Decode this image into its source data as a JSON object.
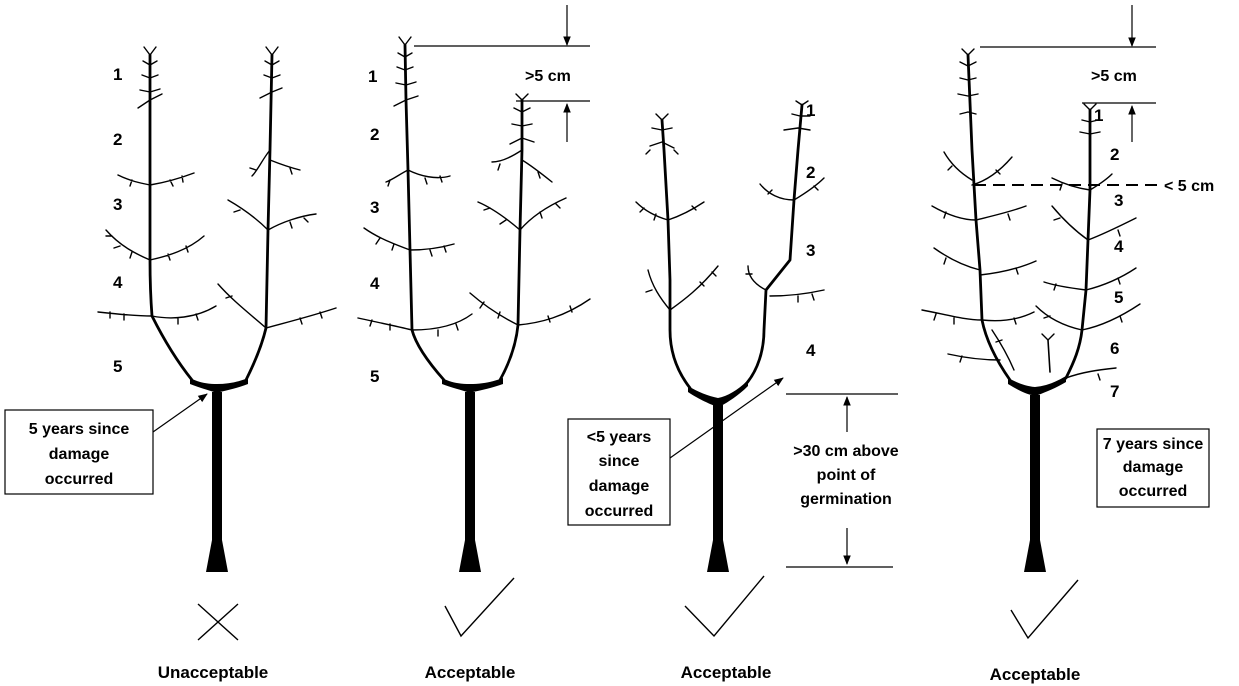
{
  "diagram": {
    "panels": [
      {
        "id": "unacceptable",
        "growth_numbers": [
          "1",
          "2",
          "3",
          "4",
          "5"
        ],
        "callout_lines": [
          "5 years since",
          "damage",
          "occurred"
        ],
        "verdict_mark": "cross-icon",
        "caption": "Unacceptable"
      },
      {
        "id": "acceptable-a",
        "growth_numbers": [
          "1",
          "2",
          "3",
          "4",
          "5"
        ],
        "height_difference_label": ">5 cm",
        "verdict_mark": "check-icon",
        "caption": "Acceptable"
      },
      {
        "id": "acceptable-b",
        "growth_numbers": [
          "1",
          "2",
          "3",
          "4"
        ],
        "callout_lines": [
          "<5 years",
          "since",
          "damage",
          "occurred"
        ],
        "height_label_lines": [
          ">30 cm above",
          "point of",
          "germination"
        ],
        "verdict_mark": "check-icon",
        "caption": "Acceptable"
      },
      {
        "id": "acceptable-c",
        "growth_numbers": [
          "1",
          "2",
          "3",
          "4",
          "5",
          "6",
          "7"
        ],
        "height_difference_label": ">5 cm",
        "dashed_line_label": "< 5 cm",
        "callout_lines": [
          "7 years since",
          "damage",
          "occurred"
        ],
        "verdict_mark": "check-icon",
        "caption": "Acceptable"
      }
    ]
  }
}
